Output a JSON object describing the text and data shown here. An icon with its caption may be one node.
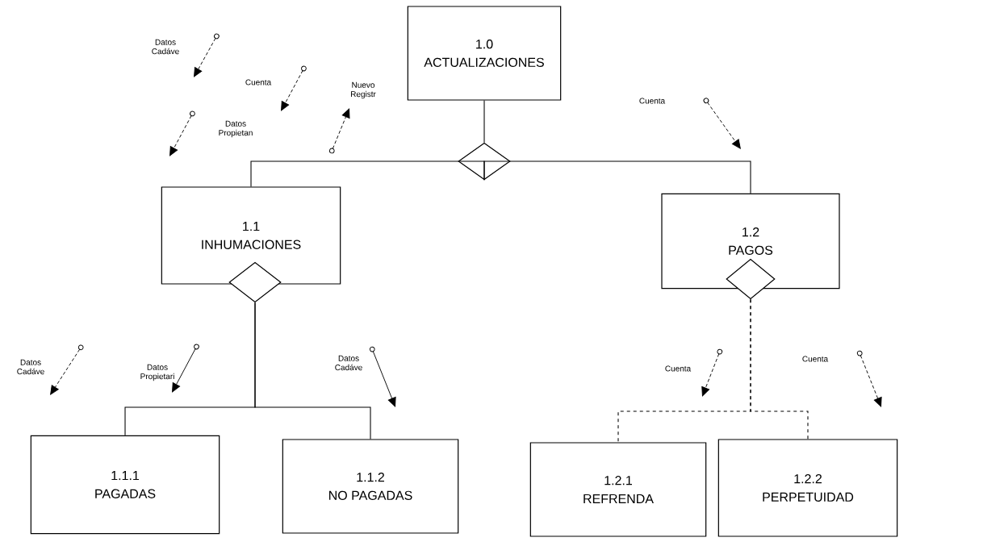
{
  "diagram": {
    "nodes": [
      {
        "text": [
          "1.0",
          "ACTUALIZACIONES"
        ]
      },
      {
        "text": [],
        "shape": "diamond"
      },
      {
        "text": [
          "1.1",
          "INHUMACIONES"
        ]
      },
      {
        "text": [
          "1.2",
          "PAGOS"
        ]
      },
      {
        "text": [],
        "shape": "diamond"
      },
      {
        "text": [],
        "shape": "diamond"
      },
      {
        "text": [
          "1.1.1",
          "PAGADAS"
        ]
      },
      {
        "text": [
          "1.1.2",
          "NO PAGADAS"
        ]
      },
      {
        "text": [
          "1.2.1",
          "REFRENDA"
        ]
      },
      {
        "text": [
          "1.2.2",
          "PERPETUIDAD"
        ]
      }
    ],
    "edges": [
      {
        "from": 0,
        "to": 1,
        "arrow": "none"
      },
      {
        "from": 1,
        "to": 2,
        "arrow": "none"
      },
      {
        "from": 1,
        "to": 3,
        "arrow": "none"
      },
      {
        "from": 4,
        "to": 6,
        "arrow": "none"
      },
      {
        "from": 4,
        "to": 7,
        "arrow": "none"
      },
      {
        "from": 5,
        "to": 8,
        "arrow": "none",
        "style": "dashed"
      },
      {
        "from": 5,
        "to": 9,
        "arrow": "none",
        "style": "dashed"
      }
    ],
    "labels": [
      "Datos Cadáve",
      "Cuenta",
      "Nuevo Registr",
      "Cuenta",
      "Datos Propietan",
      "Datos Cadáve",
      "Datos Propietari",
      "Datos Cadáve",
      "Cuenta",
      "Cuenta"
    ]
  }
}
